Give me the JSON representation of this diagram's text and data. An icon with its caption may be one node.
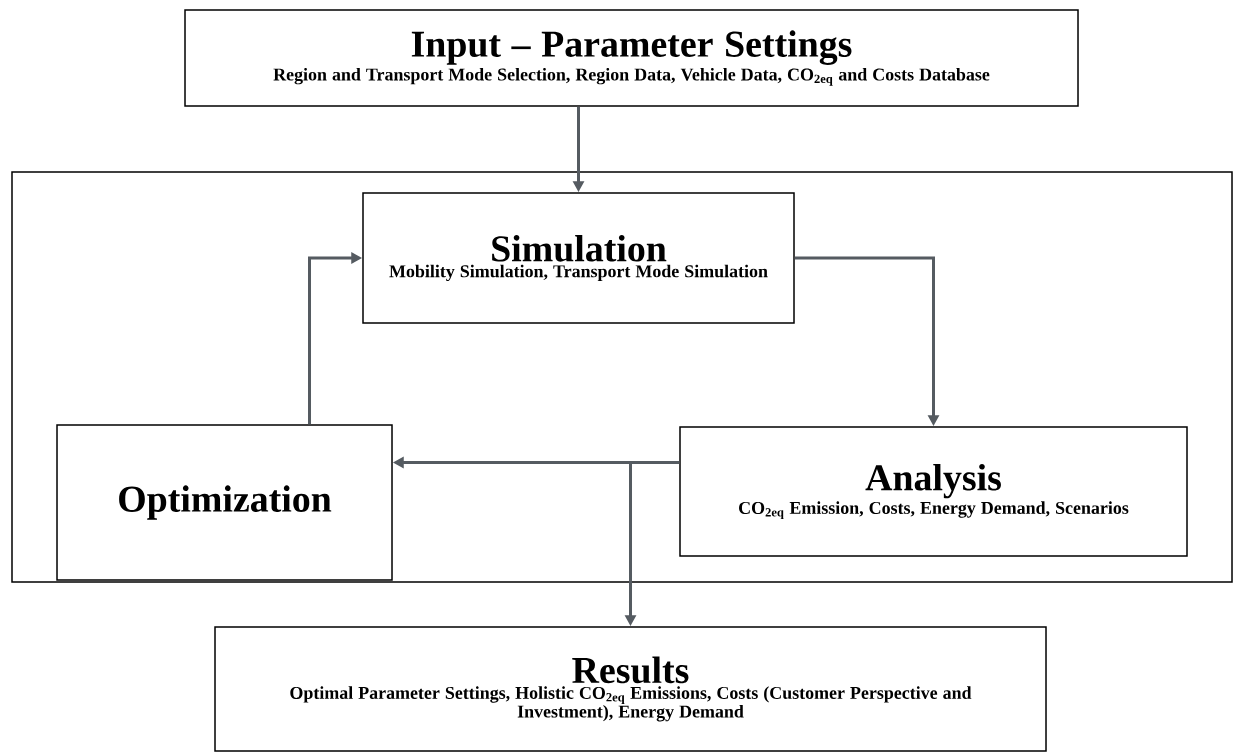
{
  "diagram": {
    "nodes": [
      {
        "text": [
          "Input – Parameter Settings",
          "Region and Transport Mode Selection, Region Data, Vehicle Data, CO$_{2eq}$ and Costs Database"
        ]
      },
      {
        "text": [],
        "shape": "box"
      },
      {
        "text": [
          "Simulation",
          "Mobility Simulation, Transport Mode Simulation"
        ],
        "in": 1
      },
      {
        "text": [
          "Optimization"
        ],
        "in": 1
      },
      {
        "text": [
          "Analysis",
          "CO$_{2eq}$ Emission, Costs, Energy Demand, Scenarios"
        ],
        "in": 1
      },
      {
        "text": [
          "Results",
          "Optimal Parameter Settings, Holistic CO$_{2eq}$ Emissions, Costs (Customer Perspective and Investment), Energy Demand"
        ]
      }
    ],
    "edges": [
      {
        "from": 0,
        "to": 2,
        "arrow": "to"
      },
      {
        "from": 2,
        "to": 4,
        "arrow": "to"
      },
      {
        "from": 4,
        "to": 3,
        "arrow": "to"
      },
      {
        "from": 3,
        "to": 2,
        "arrow": "to"
      },
      {
        "from": 4,
        "to": 5,
        "arrow": "to"
      }
    ]
  }
}
